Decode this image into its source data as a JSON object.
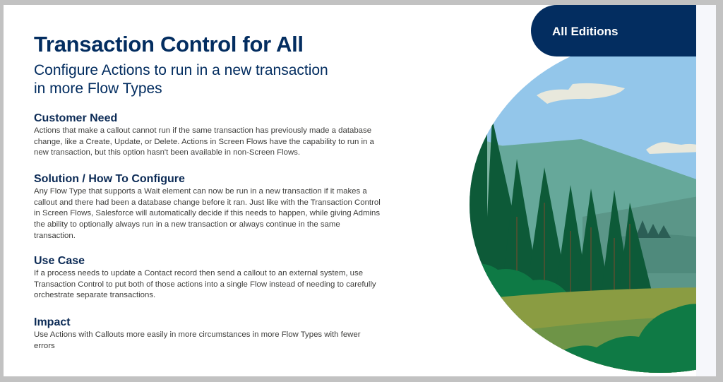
{
  "badge": {
    "label": "All Editions"
  },
  "header": {
    "title": "Transaction Control for All",
    "subtitle_lines": [
      "Configure Actions to run in a new transaction",
      "in more Flow Types"
    ]
  },
  "sections": [
    {
      "heading": "Customer Need",
      "lines": [
        "Actions that make a callout cannot run if the same transaction has previously made a database",
        "change, like a Create, Update, or Delete. Actions in Screen Flows have the capability to run in a",
        "new transaction, but this option hasn't been available in non-Screen Flows."
      ]
    },
    {
      "heading": "Solution / How To Configure",
      "lines": [
        "Any Flow Type that supports a Wait element can now be run in a new transaction if it makes a",
        "callout and there had been a database change before it ran. Just like with the Transaction Control",
        "in Screen Flows, Salesforce will automatically decide if this needs to happen, while giving Admins",
        "the ability to optionally always run in a new transaction or always continue in the same",
        "transaction."
      ]
    },
    {
      "heading": "Use Case",
      "lines": [
        "If a process needs to update a Contact record then send a callout to an external system, use",
        "Transaction Control to put both of those actions into a single Flow instead of needing to carefully",
        "orchestrate separate transactions."
      ]
    },
    {
      "heading": "Impact",
      "lines": [
        "Use Actions with Callouts more easily in more circumstances in more Flow Types with fewer",
        "errors"
      ]
    }
  ],
  "colors": {
    "brand_navy": "#032d60",
    "sky": "#93c6ea",
    "forest": "#0d5a38",
    "meadow": "#8a9c42"
  }
}
